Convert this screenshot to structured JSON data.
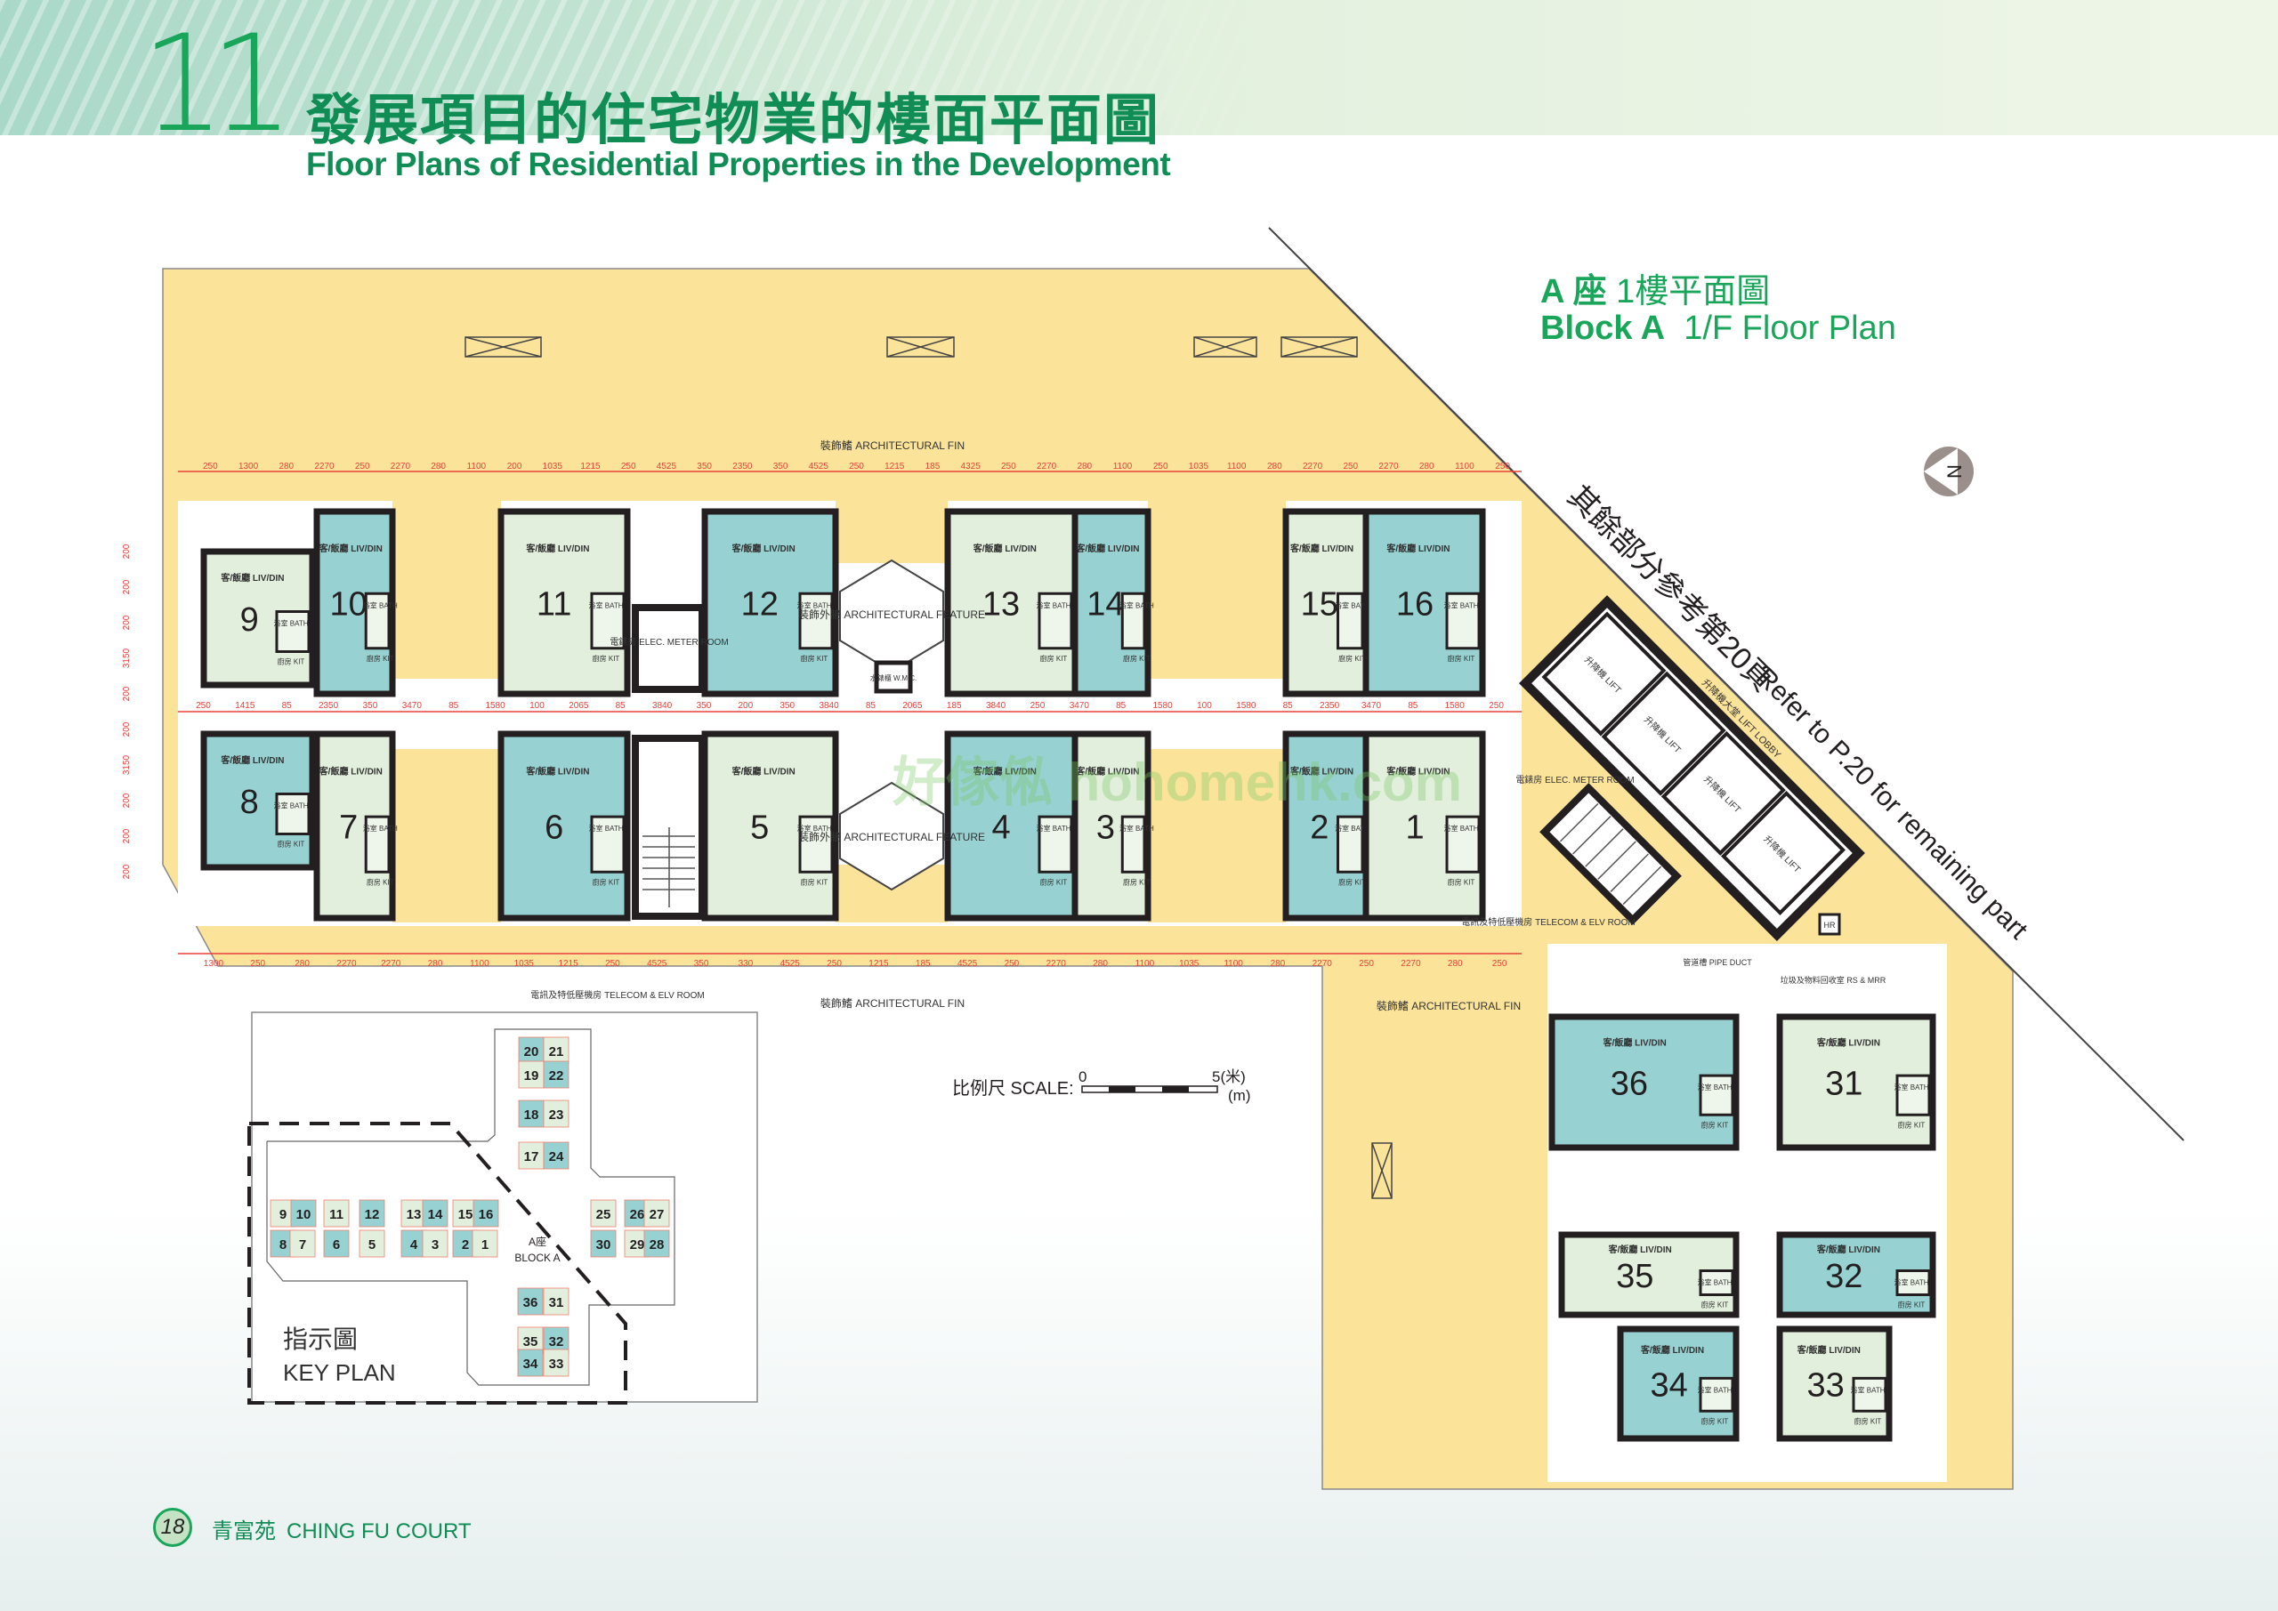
{
  "header": {
    "chapter_number": "11",
    "title_zh": "發展項目的住宅物業的樓面平面圖",
    "title_en": "Floor Plans of Residential Properties in the Development"
  },
  "plan_title": {
    "block_zh": "A 座",
    "floor_zh": "1樓平面圖",
    "block_en": "Block A",
    "floor_en": "1/F Floor Plan"
  },
  "colors": {
    "accent_green": "#1aa65a",
    "site_yellow": "#fbe39a",
    "unit_teal": "#97d1d1",
    "unit_light": "#e2efdc",
    "wall": "#231f20",
    "dimension_red": "#e8413a"
  },
  "room_labels": {
    "livdin": "客/飯廳 LIV/DIN",
    "kit": "廚房 KIT",
    "bath": "浴室 BATH"
  },
  "units": [
    {
      "no": "9",
      "shade": "light"
    },
    {
      "no": "10",
      "shade": "teal"
    },
    {
      "no": "11",
      "shade": "light"
    },
    {
      "no": "12",
      "shade": "teal"
    },
    {
      "no": "13",
      "shade": "light"
    },
    {
      "no": "14",
      "shade": "teal"
    },
    {
      "no": "15",
      "shade": "light"
    },
    {
      "no": "16",
      "shade": "teal"
    },
    {
      "no": "8",
      "shade": "teal"
    },
    {
      "no": "7",
      "shade": "light"
    },
    {
      "no": "6",
      "shade": "teal"
    },
    {
      "no": "5",
      "shade": "light"
    },
    {
      "no": "4",
      "shade": "teal"
    },
    {
      "no": "3",
      "shade": "light"
    },
    {
      "no": "2",
      "shade": "teal"
    },
    {
      "no": "1",
      "shade": "light"
    },
    {
      "no": "36",
      "shade": "teal"
    },
    {
      "no": "31",
      "shade": "light"
    },
    {
      "no": "35",
      "shade": "light"
    },
    {
      "no": "32",
      "shade": "teal"
    },
    {
      "no": "34",
      "shade": "teal"
    },
    {
      "no": "33",
      "shade": "light"
    }
  ],
  "annotations": {
    "fin_top": "裝飾鰭 ARCHITECTURAL FIN",
    "fin_bottom": "裝飾鰭 ARCHITECTURAL FIN",
    "fin_right": "裝飾鰭 ARCHITECTURAL FIN",
    "feature_top": "裝飾外牆 ARCHITECTURAL FEATURE",
    "feature_bottom": "裝飾外牆 ARCHITECTURAL FEATURE",
    "elec_meter_1": "電錶房 ELEC. METER ROOM",
    "elec_meter_2": "電錶房 ELEC. METER ROOM",
    "telecom_1": "電訊及特低壓機房 TELECOM & ELV ROOM",
    "telecom_2": "電訊及特低壓機房 TELECOM & ELV ROOM",
    "wmc": "水錶櫃 W.M.C.",
    "lift": "升降機 LIFT",
    "lift_lobby": "升降機大堂 LIFT LOBBY",
    "pipe_duct": "管道槽 PIPE DUCT",
    "refuse_room": "垃圾及物料回收室 RS & MRR",
    "hose_reel": "HR"
  },
  "refer_note": {
    "zh": "其餘部分參考第20頁",
    "en": "Refer to P.20 for remaining part"
  },
  "dimensions": {
    "top_row": [
      "250",
      "1300",
      "280",
      "2270",
      "250",
      "2270",
      "280",
      "1100",
      "200",
      "1035",
      "1215",
      "250",
      "4525",
      "350",
      "2350",
      "350",
      "4525",
      "250",
      "1215",
      "185",
      "4325",
      "250",
      "2270",
      "280",
      "1100",
      "250",
      "1035",
      "1100",
      "280",
      "2270",
      "250",
      "2270",
      "280",
      "1100",
      "250"
    ],
    "corridor_row": [
      "250",
      "1415",
      "85",
      "2350",
      "350",
      "3470",
      "85",
      "1580",
      "100",
      "2065",
      "85",
      "3840",
      "350",
      "200",
      "350",
      "3840",
      "85",
      "2065",
      "185",
      "3840",
      "250",
      "3470",
      "85",
      "1580",
      "100",
      "1580",
      "85",
      "2350",
      "3470",
      "85",
      "1580",
      "250"
    ],
    "bottom_row": [
      "1300",
      "250",
      "280",
      "2270",
      "2270",
      "280",
      "1100",
      "1035",
      "1215",
      "250",
      "4525",
      "350",
      "330",
      "4525",
      "250",
      "1215",
      "185",
      "4525",
      "250",
      "2270",
      "280",
      "1100",
      "1035",
      "1100",
      "280",
      "2270",
      "250",
      "2270",
      "280",
      "250"
    ],
    "left_column": [
      "200",
      "200",
      "200",
      "3150",
      "200",
      "200",
      "3150",
      "200",
      "200",
      "200"
    ]
  },
  "scale_bar": {
    "label": "比例尺 SCALE:",
    "start": "0",
    "end": "5(米)",
    "unit": "(m)"
  },
  "north_arrow": "N",
  "key_plan": {
    "title_zh": "指示圖",
    "title_en": "KEY PLAN",
    "block_zh": "A座",
    "block_en": "BLOCK A",
    "units": [
      {
        "no": "9",
        "shade": "light"
      },
      {
        "no": "10",
        "shade": "teal"
      },
      {
        "no": "11",
        "shade": "light"
      },
      {
        "no": "12",
        "shade": "teal"
      },
      {
        "no": "13",
        "shade": "light"
      },
      {
        "no": "14",
        "shade": "teal"
      },
      {
        "no": "15",
        "shade": "light"
      },
      {
        "no": "16",
        "shade": "teal"
      },
      {
        "no": "8",
        "shade": "teal"
      },
      {
        "no": "7",
        "shade": "light"
      },
      {
        "no": "6",
        "shade": "teal"
      },
      {
        "no": "5",
        "shade": "light"
      },
      {
        "no": "4",
        "shade": "teal"
      },
      {
        "no": "3",
        "shade": "light"
      },
      {
        "no": "2",
        "shade": "teal"
      },
      {
        "no": "1",
        "shade": "light"
      },
      {
        "no": "20",
        "shade": "teal"
      },
      {
        "no": "21",
        "shade": "light"
      },
      {
        "no": "19",
        "shade": "light"
      },
      {
        "no": "22",
        "shade": "teal"
      },
      {
        "no": "18",
        "shade": "teal"
      },
      {
        "no": "23",
        "shade": "light"
      },
      {
        "no": "17",
        "shade": "light"
      },
      {
        "no": "24",
        "shade": "teal"
      },
      {
        "no": "25",
        "shade": "light"
      },
      {
        "no": "26",
        "shade": "teal"
      },
      {
        "no": "27",
        "shade": "light"
      },
      {
        "no": "30",
        "shade": "teal"
      },
      {
        "no": "29",
        "shade": "light"
      },
      {
        "no": "28",
        "shade": "teal"
      },
      {
        "no": "36",
        "shade": "teal"
      },
      {
        "no": "31",
        "shade": "light"
      },
      {
        "no": "35",
        "shade": "light"
      },
      {
        "no": "32",
        "shade": "teal"
      },
      {
        "no": "34",
        "shade": "teal"
      },
      {
        "no": "33",
        "shade": "light"
      }
    ]
  },
  "watermark": "好傢俬 hohomehk.com",
  "footer": {
    "page_number": "18",
    "estate_zh": "青富苑",
    "estate_en": "CHING FU COURT"
  }
}
